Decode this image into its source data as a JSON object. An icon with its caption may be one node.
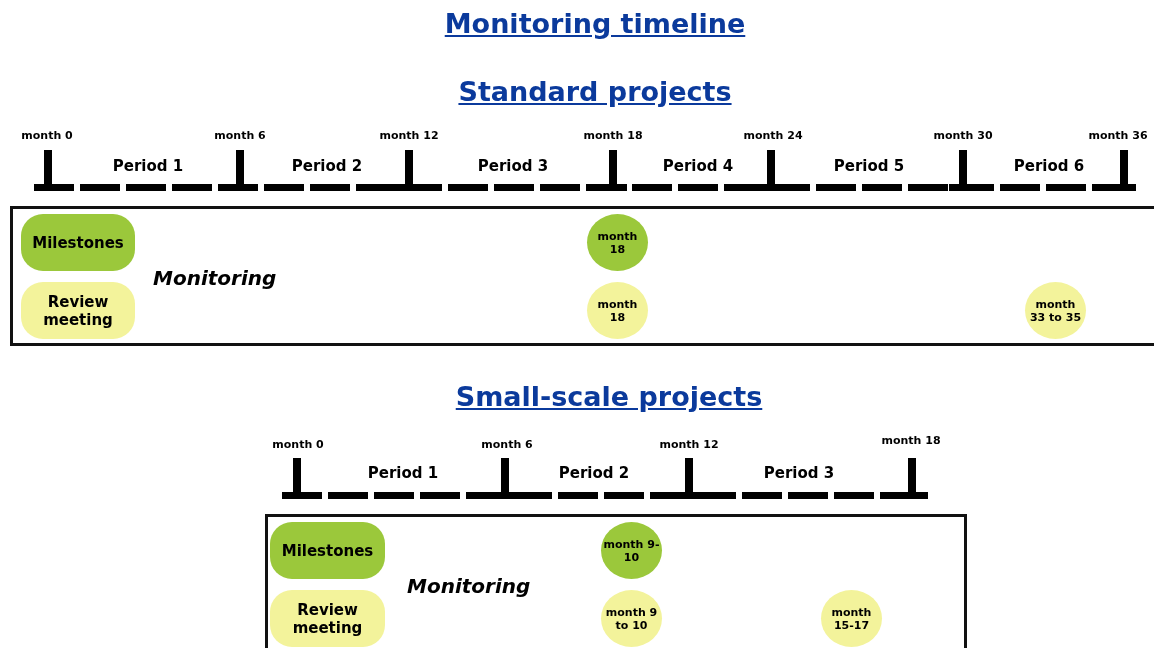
{
  "diagram": {
    "title": "Monitoring timeline",
    "nodes": [
      {
        "text": [
          "Monitoring"
        ]
      },
      {
        "text": [
          "Milestones"
        ],
        "in": 0
      },
      {
        "text": [
          "month 18"
        ],
        "in": 0
      },
      {
        "text": [
          "Review meeting"
        ],
        "in": 0
      },
      {
        "text": [
          "month 18"
        ],
        "in": 0
      },
      {
        "text": [
          "month 33 to 35"
        ],
        "in": 0
      },
      {
        "text": [
          "Monitoring"
        ]
      },
      {
        "text": [
          "Milestones"
        ],
        "in": 6
      },
      {
        "text": [
          "month 9-10"
        ],
        "in": 6
      },
      {
        "text": [
          "Review meeting"
        ],
        "in": 6
      },
      {
        "text": [
          "month 9 to 10"
        ],
        "in": 6
      },
      {
        "text": [
          "month 15-17"
        ],
        "in": 6
      }
    ],
    "edges": [],
    "labels": [
      "Standard projects",
      "month 0",
      "month 6",
      "month 12",
      "month 18",
      "month 24",
      "month 30",
      "month 36",
      "Period 1",
      "Period 2",
      "Period 3",
      "Period 4",
      "Period 5",
      "Period 6",
      "Small-scale projects",
      "month 0",
      "month 6",
      "month 12",
      "month 18",
      "Period 1",
      "Period 2",
      "Period 3"
    ]
  }
}
